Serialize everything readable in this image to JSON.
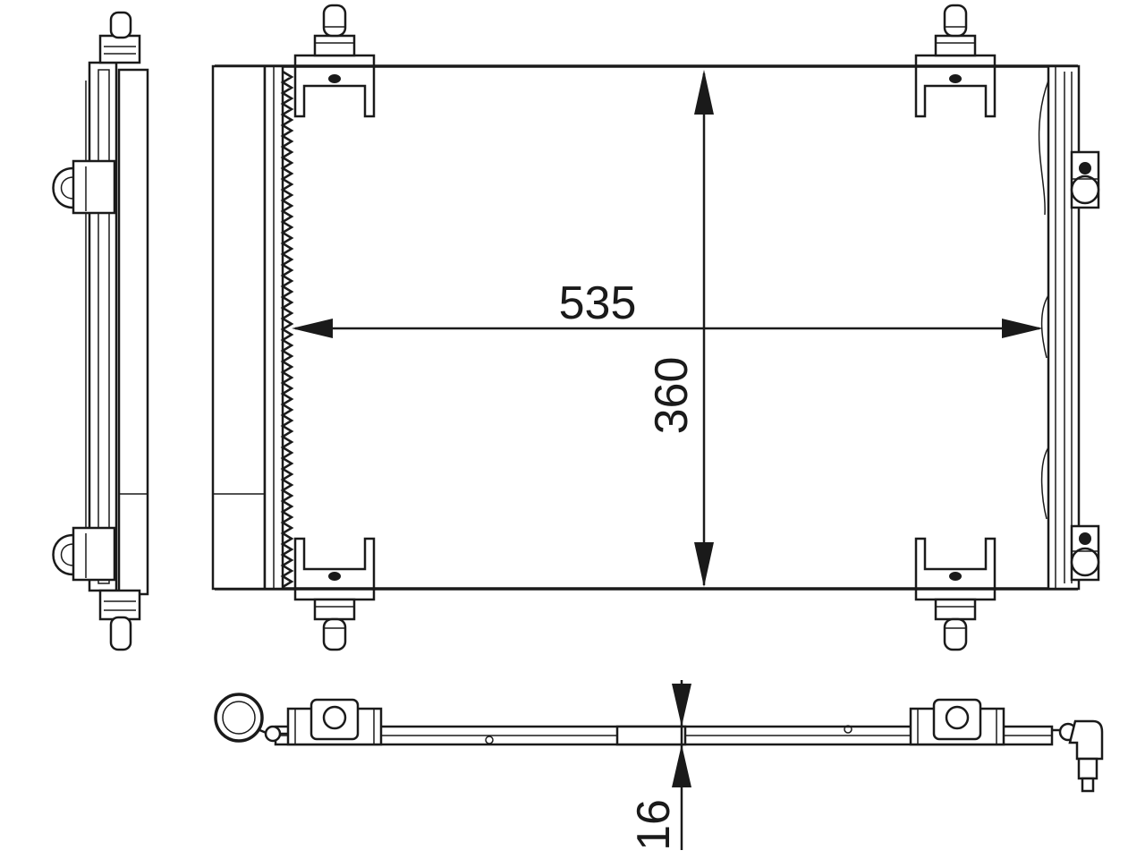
{
  "dimensions": {
    "width_label": "535",
    "height_label": "360",
    "thickness_label": "16"
  },
  "colors": {
    "line": "#1a1a1a",
    "background": "#ffffff"
  }
}
